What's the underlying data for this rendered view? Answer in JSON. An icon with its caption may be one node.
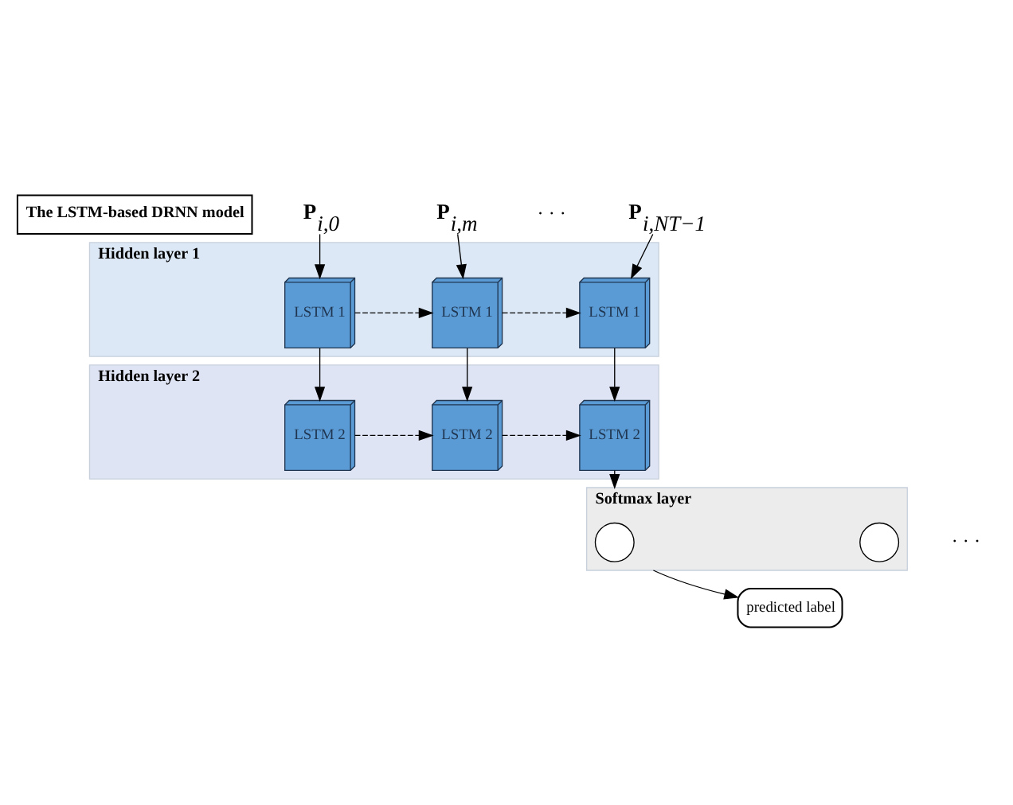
{
  "diagram": {
    "nodes": [
      {
        "text": [
          "**P**$_{i,0}$"
        ]
      },
      {
        "text": [
          "**P**$_{i,m}$"
        ]
      },
      {
        "text": [
          "**P**$_{i,NT−1}$"
        ]
      },
      {
        "text": [
          "Hidden layer 1"
        ]
      },
      {
        "text": [
          "LSTM 1"
        ],
        "in": 3
      },
      {
        "text": [
          "LSTM 1"
        ],
        "in": 3
      },
      {
        "text": [
          "LSTM 1"
        ],
        "in": 3
      },
      {
        "text": [
          "Hidden layer 2"
        ]
      },
      {
        "text": [
          "LSTM 2"
        ],
        "in": 7
      },
      {
        "text": [
          "LSTM 2"
        ],
        "in": 7
      },
      {
        "text": [
          "LSTM 2"
        ],
        "in": 7
      },
      {
        "text": [
          "Softmax layer"
        ]
      },
      {
        "text": [],
        "shape": "circle",
        "in": 11
      },
      {
        "text": [],
        "shape": "circle",
        "in": 11
      },
      {
        "text": [
          "predicted label"
        ]
      }
    ],
    "edges": [
      {
        "from": 0,
        "to": 4,
        "arrow": "to"
      },
      {
        "from": 1,
        "to": 5,
        "arrow": "to"
      },
      {
        "from": 2,
        "to": 6,
        "arrow": "to"
      },
      {
        "from": 4,
        "to": 5,
        "arrow": "to",
        "style": "dashed"
      },
      {
        "from": 5,
        "to": 6,
        "arrow": "to",
        "style": "dashed"
      },
      {
        "from": 4,
        "to": 8,
        "arrow": "to"
      },
      {
        "from": 5,
        "to": 9,
        "arrow": "to"
      },
      {
        "from": 6,
        "to": 10,
        "arrow": "to"
      },
      {
        "from": 8,
        "to": 9,
        "arrow": "to",
        "style": "dashed"
      },
      {
        "from": 9,
        "to": 10,
        "arrow": "to",
        "style": "dashed"
      },
      {
        "from": 10,
        "to": 11,
        "arrow": "to"
      },
      {
        "from": 11,
        "to": 14,
        "arrow": "to"
      }
    ],
    "labels": [
      "The LSTM-based DRNN model",
      "· · ·",
      "· · ·"
    ]
  }
}
